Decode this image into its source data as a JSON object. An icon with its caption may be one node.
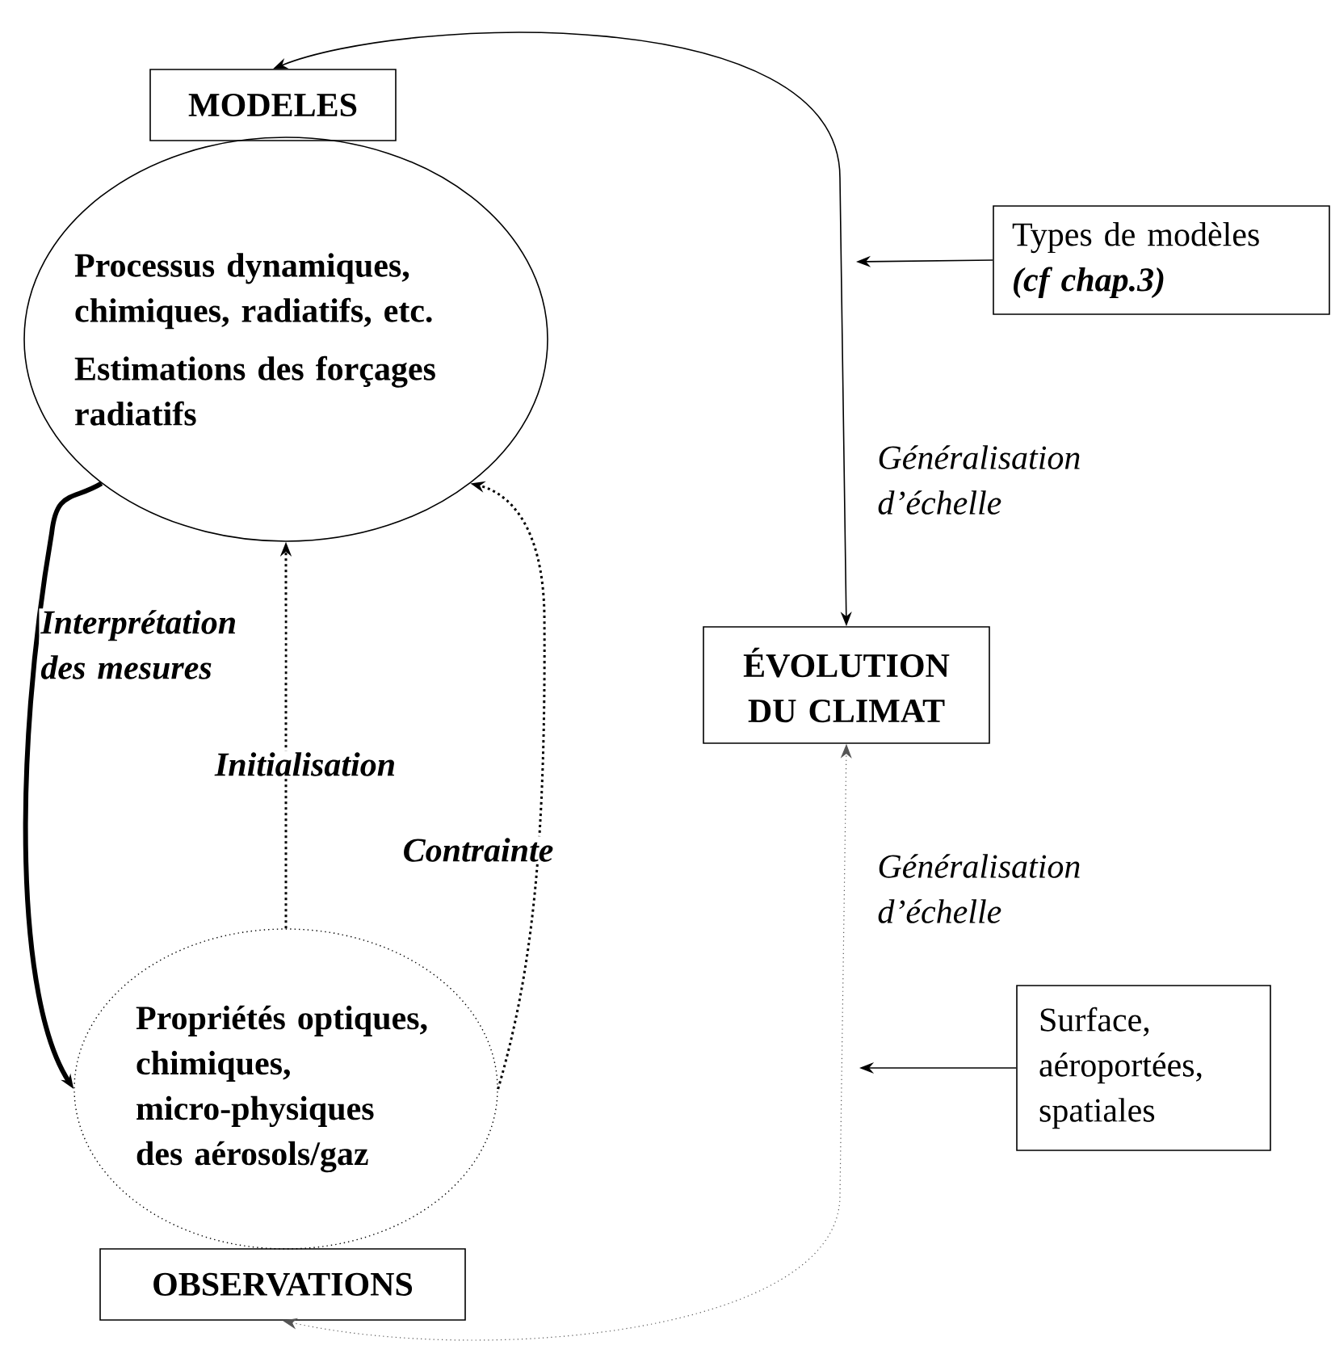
{
  "diagram": {
    "nodes": [
      {
        "text": [
          "MODELES"
        ]
      },
      {
        "text": [
          "Processus dynamiques, chimiques, radiatifs, etc.",
          "Estimations des forçages radiatifs"
        ]
      },
      {
        "text": [
          "ÉVOLUTION DU CLIMAT"
        ]
      },
      {
        "text": [
          "Types de modèles",
          "(cf chap.3)"
        ]
      },
      {
        "text": [
          "Propriétés optiques, chimiques, micro-physiques des aérosols/gaz"
        ]
      },
      {
        "text": [
          "OBSERVATIONS"
        ]
      },
      {
        "text": [
          "Surface, aéroportées, spatiales"
        ]
      }
    ],
    "edges": [
      {
        "from": 0,
        "to": 2,
        "arrow": "both",
        "label": "Généralisation d’échelle"
      },
      {
        "from": 3,
        "to": null,
        "arrow": "to"
      },
      {
        "from": 1,
        "to": 4,
        "arrow": "to",
        "label": "Interprétation des mesures",
        "style": "thick"
      },
      {
        "from": 4,
        "to": 1,
        "arrow": "to",
        "label": "Initialisation",
        "style": "dashed"
      },
      {
        "from": 4,
        "to": 1,
        "arrow": "to",
        "label": "Contrainte",
        "style": "dashed"
      },
      {
        "from": 5,
        "to": 2,
        "arrow": "both",
        "label": "Généralisation d’échelle",
        "style": "dashed",
        "color": "#555555"
      },
      {
        "from": 6,
        "to": null,
        "arrow": "to"
      }
    ]
  }
}
